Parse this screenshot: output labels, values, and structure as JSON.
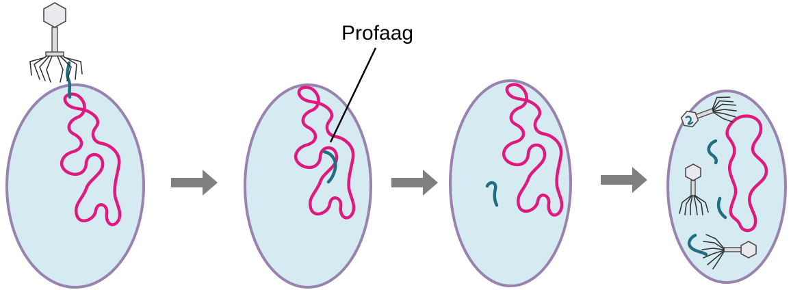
{
  "labels": {
    "prophage": "Profaag"
  },
  "colors": {
    "cell_fill": "#d5eaf1",
    "cell_outline": "#9a82ae",
    "host_dna": "#e0197f",
    "phage_dna": "#1f6f80",
    "arrow": "#7f7f7f"
  },
  "stages": [
    {
      "id": "stage-1-infection",
      "phages": 1
    },
    {
      "id": "stage-2-prophage-integrated"
    },
    {
      "id": "stage-3-prophage-excised"
    },
    {
      "id": "stage-4-new-phages-assembled",
      "phages": 3
    }
  ]
}
